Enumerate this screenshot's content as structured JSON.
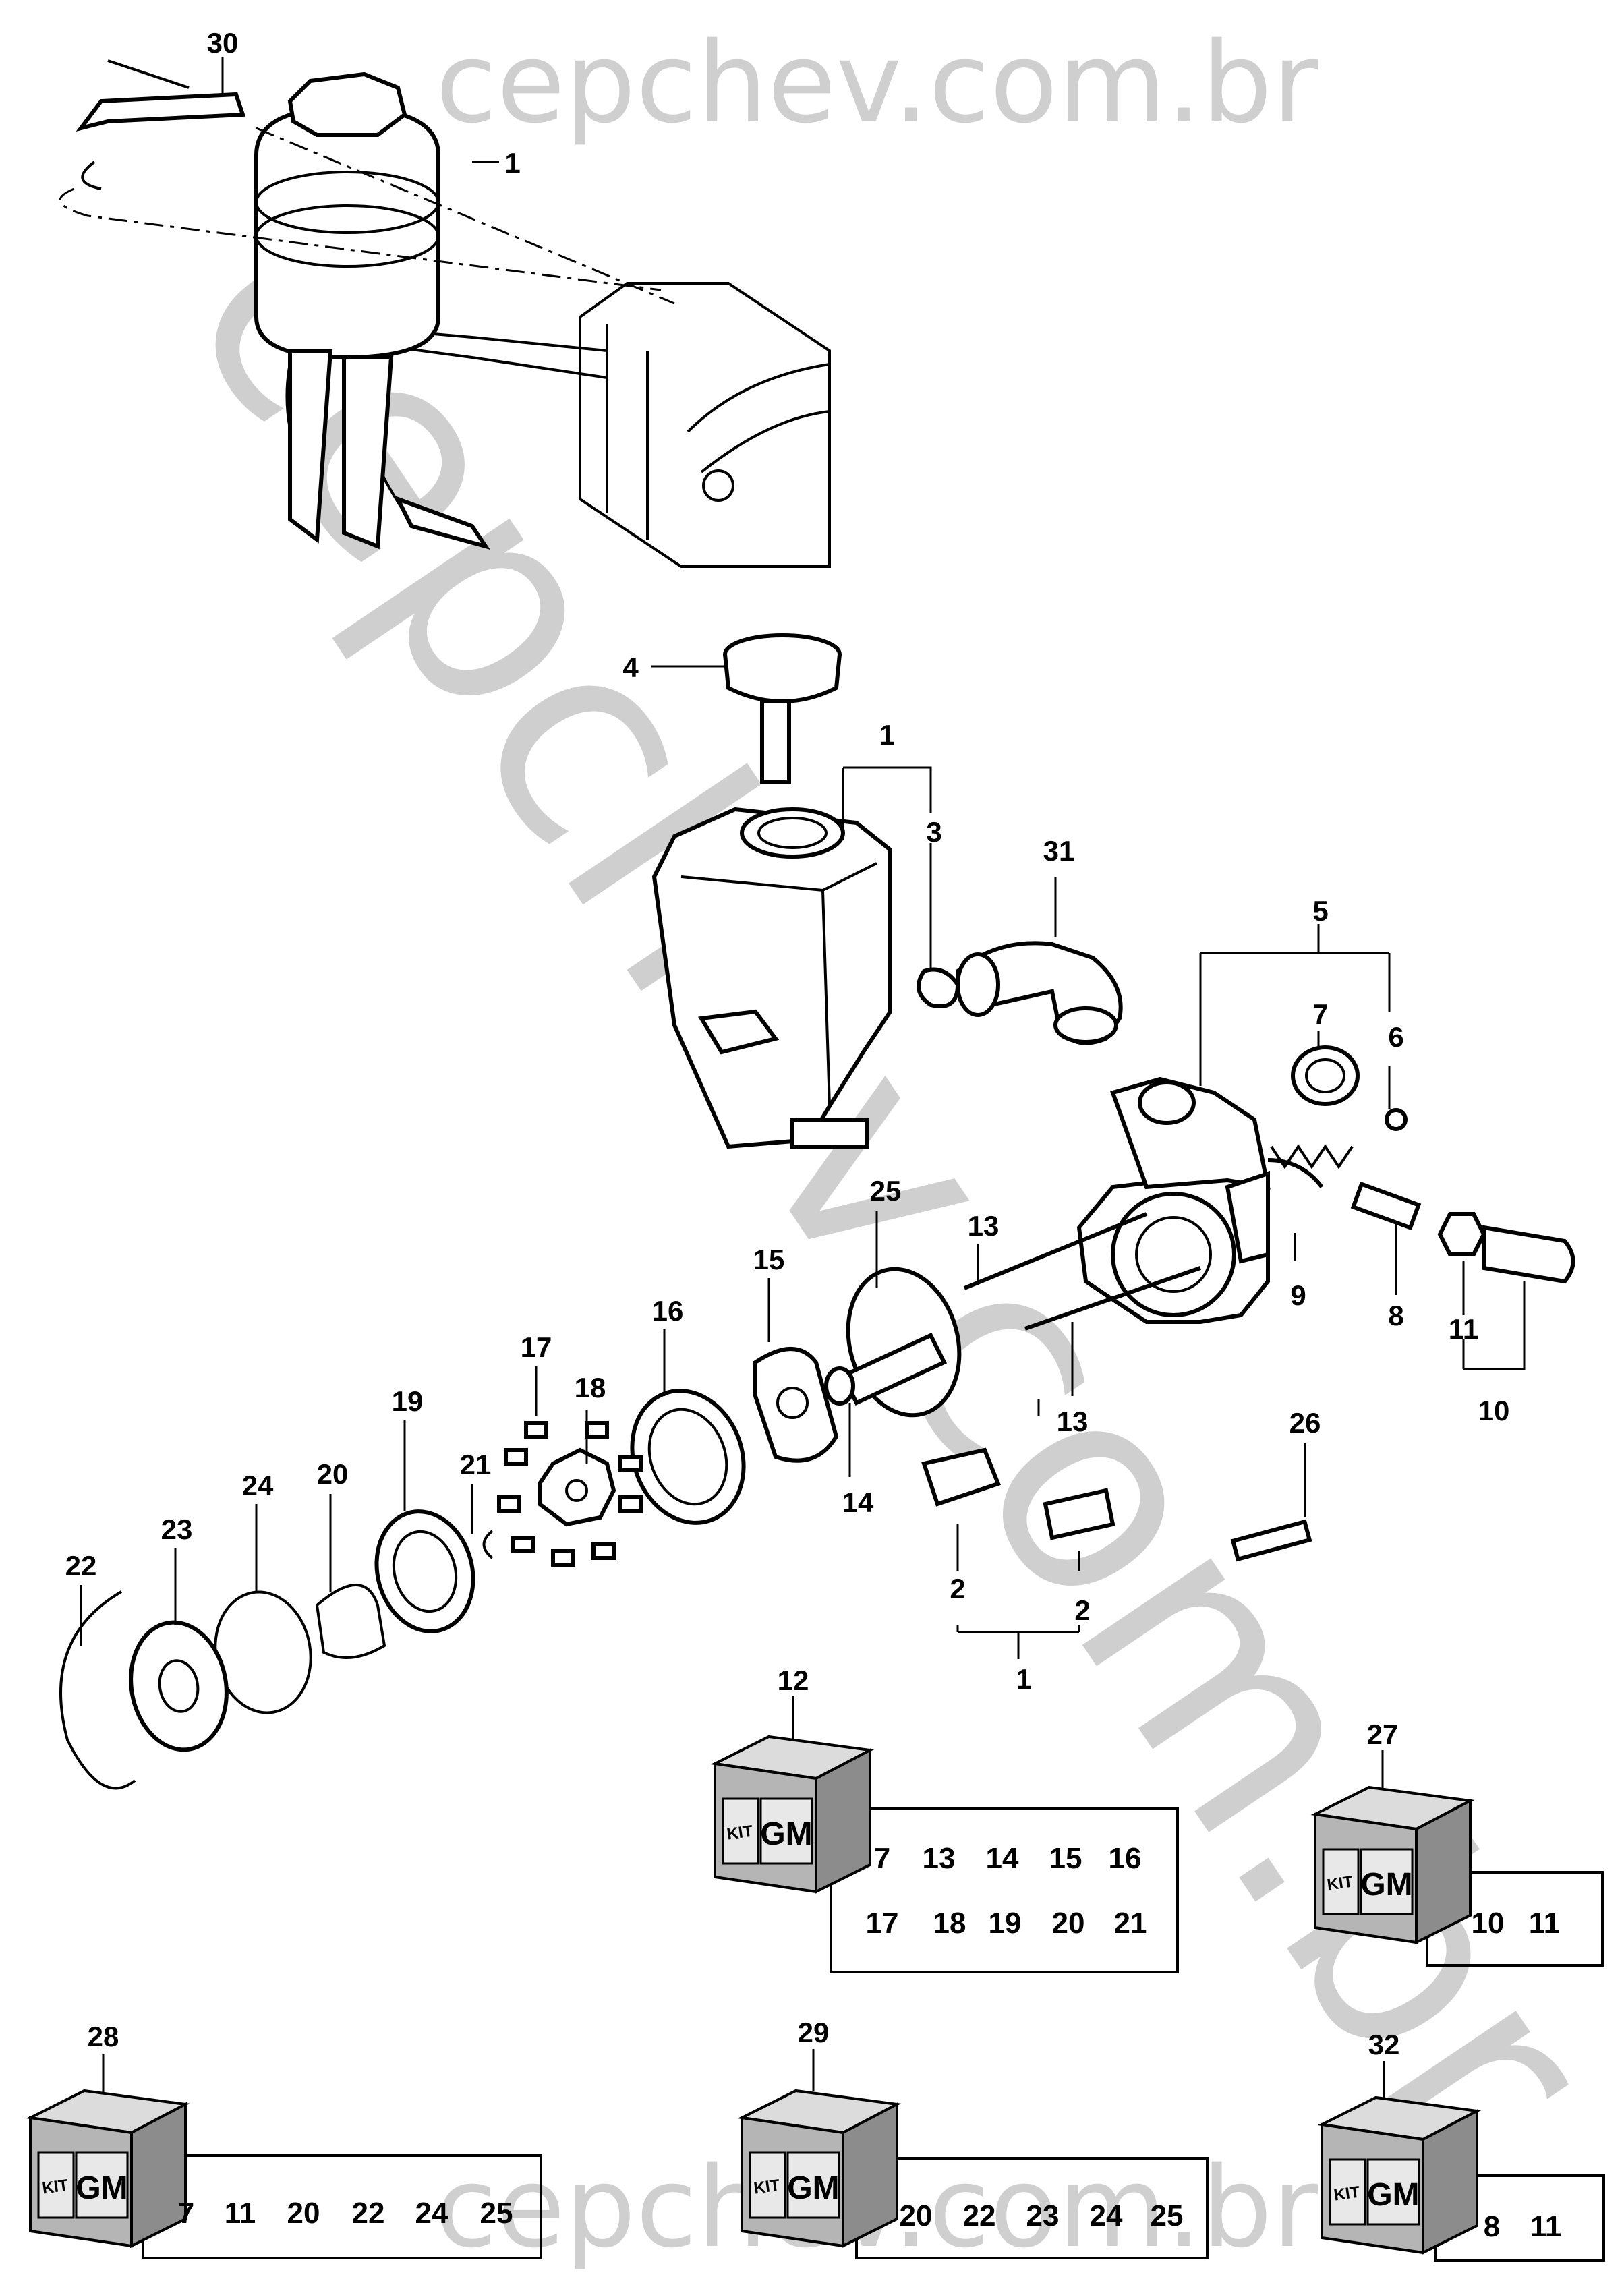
{
  "watermark": {
    "text": "cepchev.com.br",
    "color": "#cfcfcf"
  },
  "callouts": {
    "c30": "30",
    "c1_top": "1",
    "c4": "4",
    "c1_res": "1",
    "c3": "3",
    "c31": "31",
    "c5": "5",
    "c7": "7",
    "c6": "6",
    "c25": "25",
    "c13_a": "13",
    "c15": "15",
    "c16": "16",
    "c17": "17",
    "c18": "18",
    "c19": "19",
    "c21": "21",
    "c20": "20",
    "c24": "24",
    "c23": "23",
    "c22": "22",
    "c14": "14",
    "c13_b": "13",
    "c9": "9",
    "c8": "8",
    "c11": "11",
    "c10": "10",
    "c26": "26",
    "c2_a": "2",
    "c2_b": "2",
    "c1_bottom": "1"
  },
  "kits": [
    {
      "number": "12",
      "logo": "GM",
      "logo_small": "KIT",
      "rows": [
        [
          "7",
          "13",
          "14",
          "15",
          "16"
        ],
        [
          "17",
          "18",
          "19",
          "20",
          "21"
        ]
      ]
    },
    {
      "number": "27",
      "logo": "GM",
      "logo_small": "KIT",
      "rows": [
        [
          "10",
          "11"
        ]
      ]
    },
    {
      "number": "28",
      "logo": "GM",
      "logo_small": "KIT",
      "rows": [
        [
          "7",
          "11",
          "20",
          "22",
          "24",
          "25"
        ]
      ]
    },
    {
      "number": "29",
      "logo": "GM",
      "logo_small": "KIT",
      "rows": [
        [
          "20",
          "22",
          "23",
          "24",
          "25"
        ]
      ]
    },
    {
      "number": "32",
      "logo": "GM",
      "logo_small": "KIT",
      "rows": [
        [
          "8",
          "11"
        ]
      ]
    }
  ],
  "icons": [
    "gm-kit-cube-icon"
  ],
  "colors": {
    "line": "#000000",
    "cube_light": "#dcdcdc",
    "cube_mid": "#b5b5b5",
    "cube_dark": "#8c8c8c"
  }
}
